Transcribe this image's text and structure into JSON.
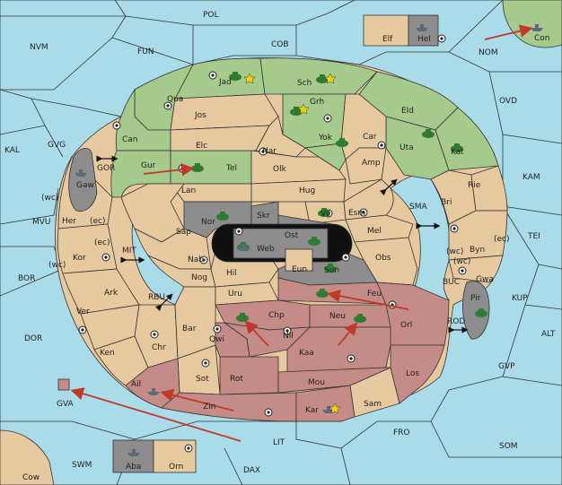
{
  "colors": {
    "sea": "#a9dbe9",
    "neutral": "#e7c9a0",
    "green": "#a6c98c",
    "red": "#c58b86",
    "grey": "#8d8d8d",
    "black": "#111111",
    "arrow": "#c0392b",
    "army": "#2e7d32",
    "fleet": "#5c6b7a"
  },
  "regions": {
    "pol": "POL",
    "nvm": "NVM",
    "fun": "FUN",
    "cob": "COB",
    "nom": "NOM",
    "con": "Con",
    "elf": "Elf",
    "hel": "Hel",
    "ovd": "OVD",
    "kal": "KAL",
    "gvg": "GVG",
    "gor": "GOR",
    "kam": "KAM",
    "sma": "SMA",
    "tei": "TEI",
    "mvu": "MVU",
    "mit": "MIT",
    "bor": "BOR",
    "rbu": "RBU",
    "buc": "BUC",
    "kup": "KUP",
    "rod": "ROD",
    "alt": "ALT",
    "dor": "DOR",
    "gvp": "GVP",
    "gva": "GVA",
    "fro": "FRO",
    "lit": "LIT",
    "som": "SOM",
    "swm": "SWM",
    "dax": "DAX",
    "cow": "Cow",
    "aba": "Aba",
    "orn": "Orn",
    "jad": "Jad",
    "sch": "Sch",
    "qua": "Qua",
    "jos": "Jos",
    "grh": "Grh",
    "eld": "Eld",
    "can": "Can",
    "elc": "Elc",
    "nar": "Nar",
    "yok": "Yok",
    "car": "Car",
    "uta": "Uta",
    "kat": "Kat",
    "gaw": "Gaw",
    "gur": "Gur",
    "tel": "Tel",
    "olk": "Olk",
    "amp": "Amp",
    "lan": "Lan",
    "hug": "Hug",
    "bri": "Bri",
    "rie": "Rie",
    "her": "Her",
    "wc1": "(wc)",
    "ec1": "(ec)",
    "nor": "Nor",
    "vil": "Vil",
    "esm": "Esm",
    "sap": "Sap",
    "skr": "Skr",
    "ost": "Ost",
    "mel": "Mel",
    "web": "Web",
    "kor": "Kor",
    "ec2": "(ec)",
    "wc2": "(wc)",
    "nab": "Nab",
    "byn": "Byn",
    "ec3": "(ec)",
    "wc3": "(wc)",
    "eun": "Eun",
    "obs": "Obs",
    "gwa": "Gwa",
    "hil": "Hil",
    "sun": "Sun",
    "ark": "Ark",
    "nog": "Nog",
    "pir": "Pir",
    "uru": "Uru",
    "feu": "Feu",
    "ver": "Ver",
    "chp": "Chp",
    "neu": "Neu",
    "orl": "Orl",
    "bar": "Bar",
    "qwi": "Qwi",
    "nil": "Nil",
    "ken": "Ken",
    "chr": "Chr",
    "kaa": "Kaa",
    "los": "Los",
    "ail": "Ail",
    "sot": "Sot",
    "rot": "Rot",
    "mou": "Mou",
    "zin": "Zin",
    "kar": "Kar",
    "sam": "Sam",
    "wc4": "(wc)"
  }
}
